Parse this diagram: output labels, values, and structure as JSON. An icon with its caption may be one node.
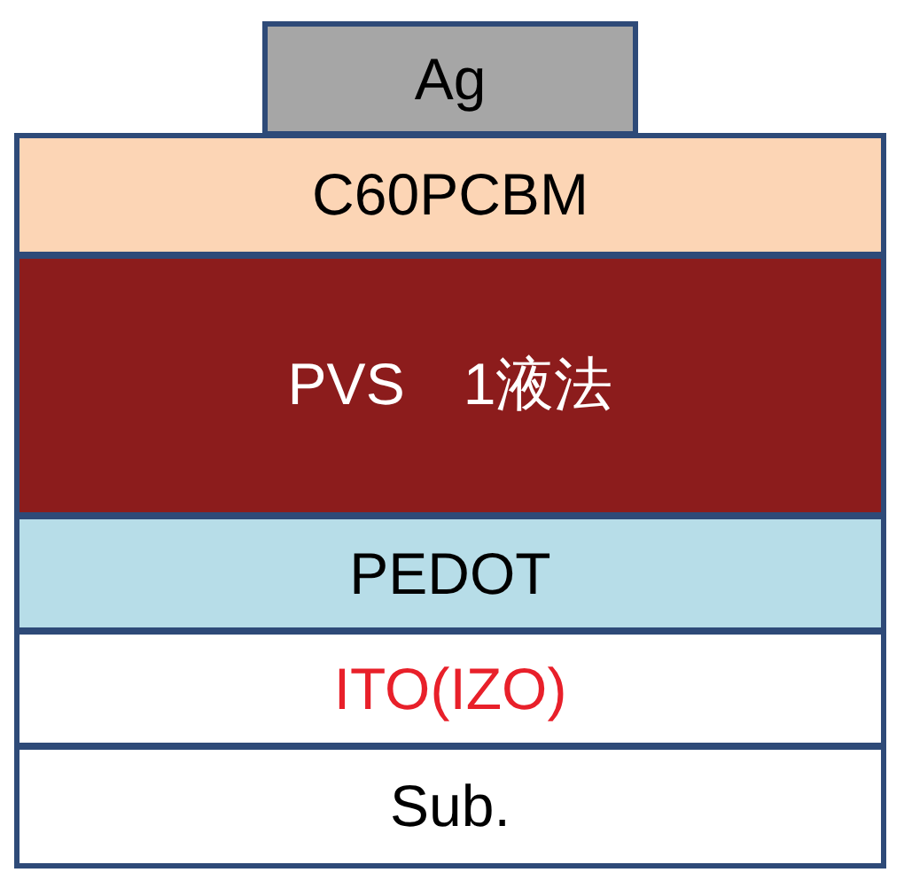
{
  "diagram": {
    "nodes": [
      {
        "text": [
          "Ag"
        ]
      },
      {
        "text": [
          "C60PCBM"
        ]
      },
      {
        "text": [
          "PVS　1液法"
        ]
      },
      {
        "text": [
          "PEDOT"
        ]
      },
      {
        "text": [
          "ITO(IZO)"
        ]
      },
      {
        "text": [
          "Sub."
        ]
      }
    ]
  }
}
